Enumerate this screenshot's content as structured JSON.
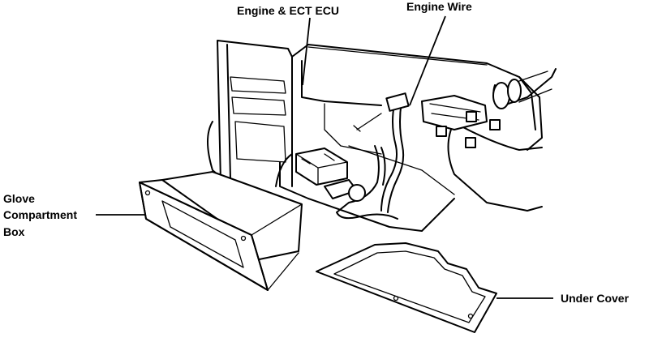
{
  "labels": {
    "engine_ect_ecu": "Engine & ECT ECU",
    "engine_wire": "Engine Wire",
    "glove_line1": "Glove",
    "glove_line2": "Compartment",
    "glove_line3": "Box",
    "under_cover": "Under Cover"
  }
}
